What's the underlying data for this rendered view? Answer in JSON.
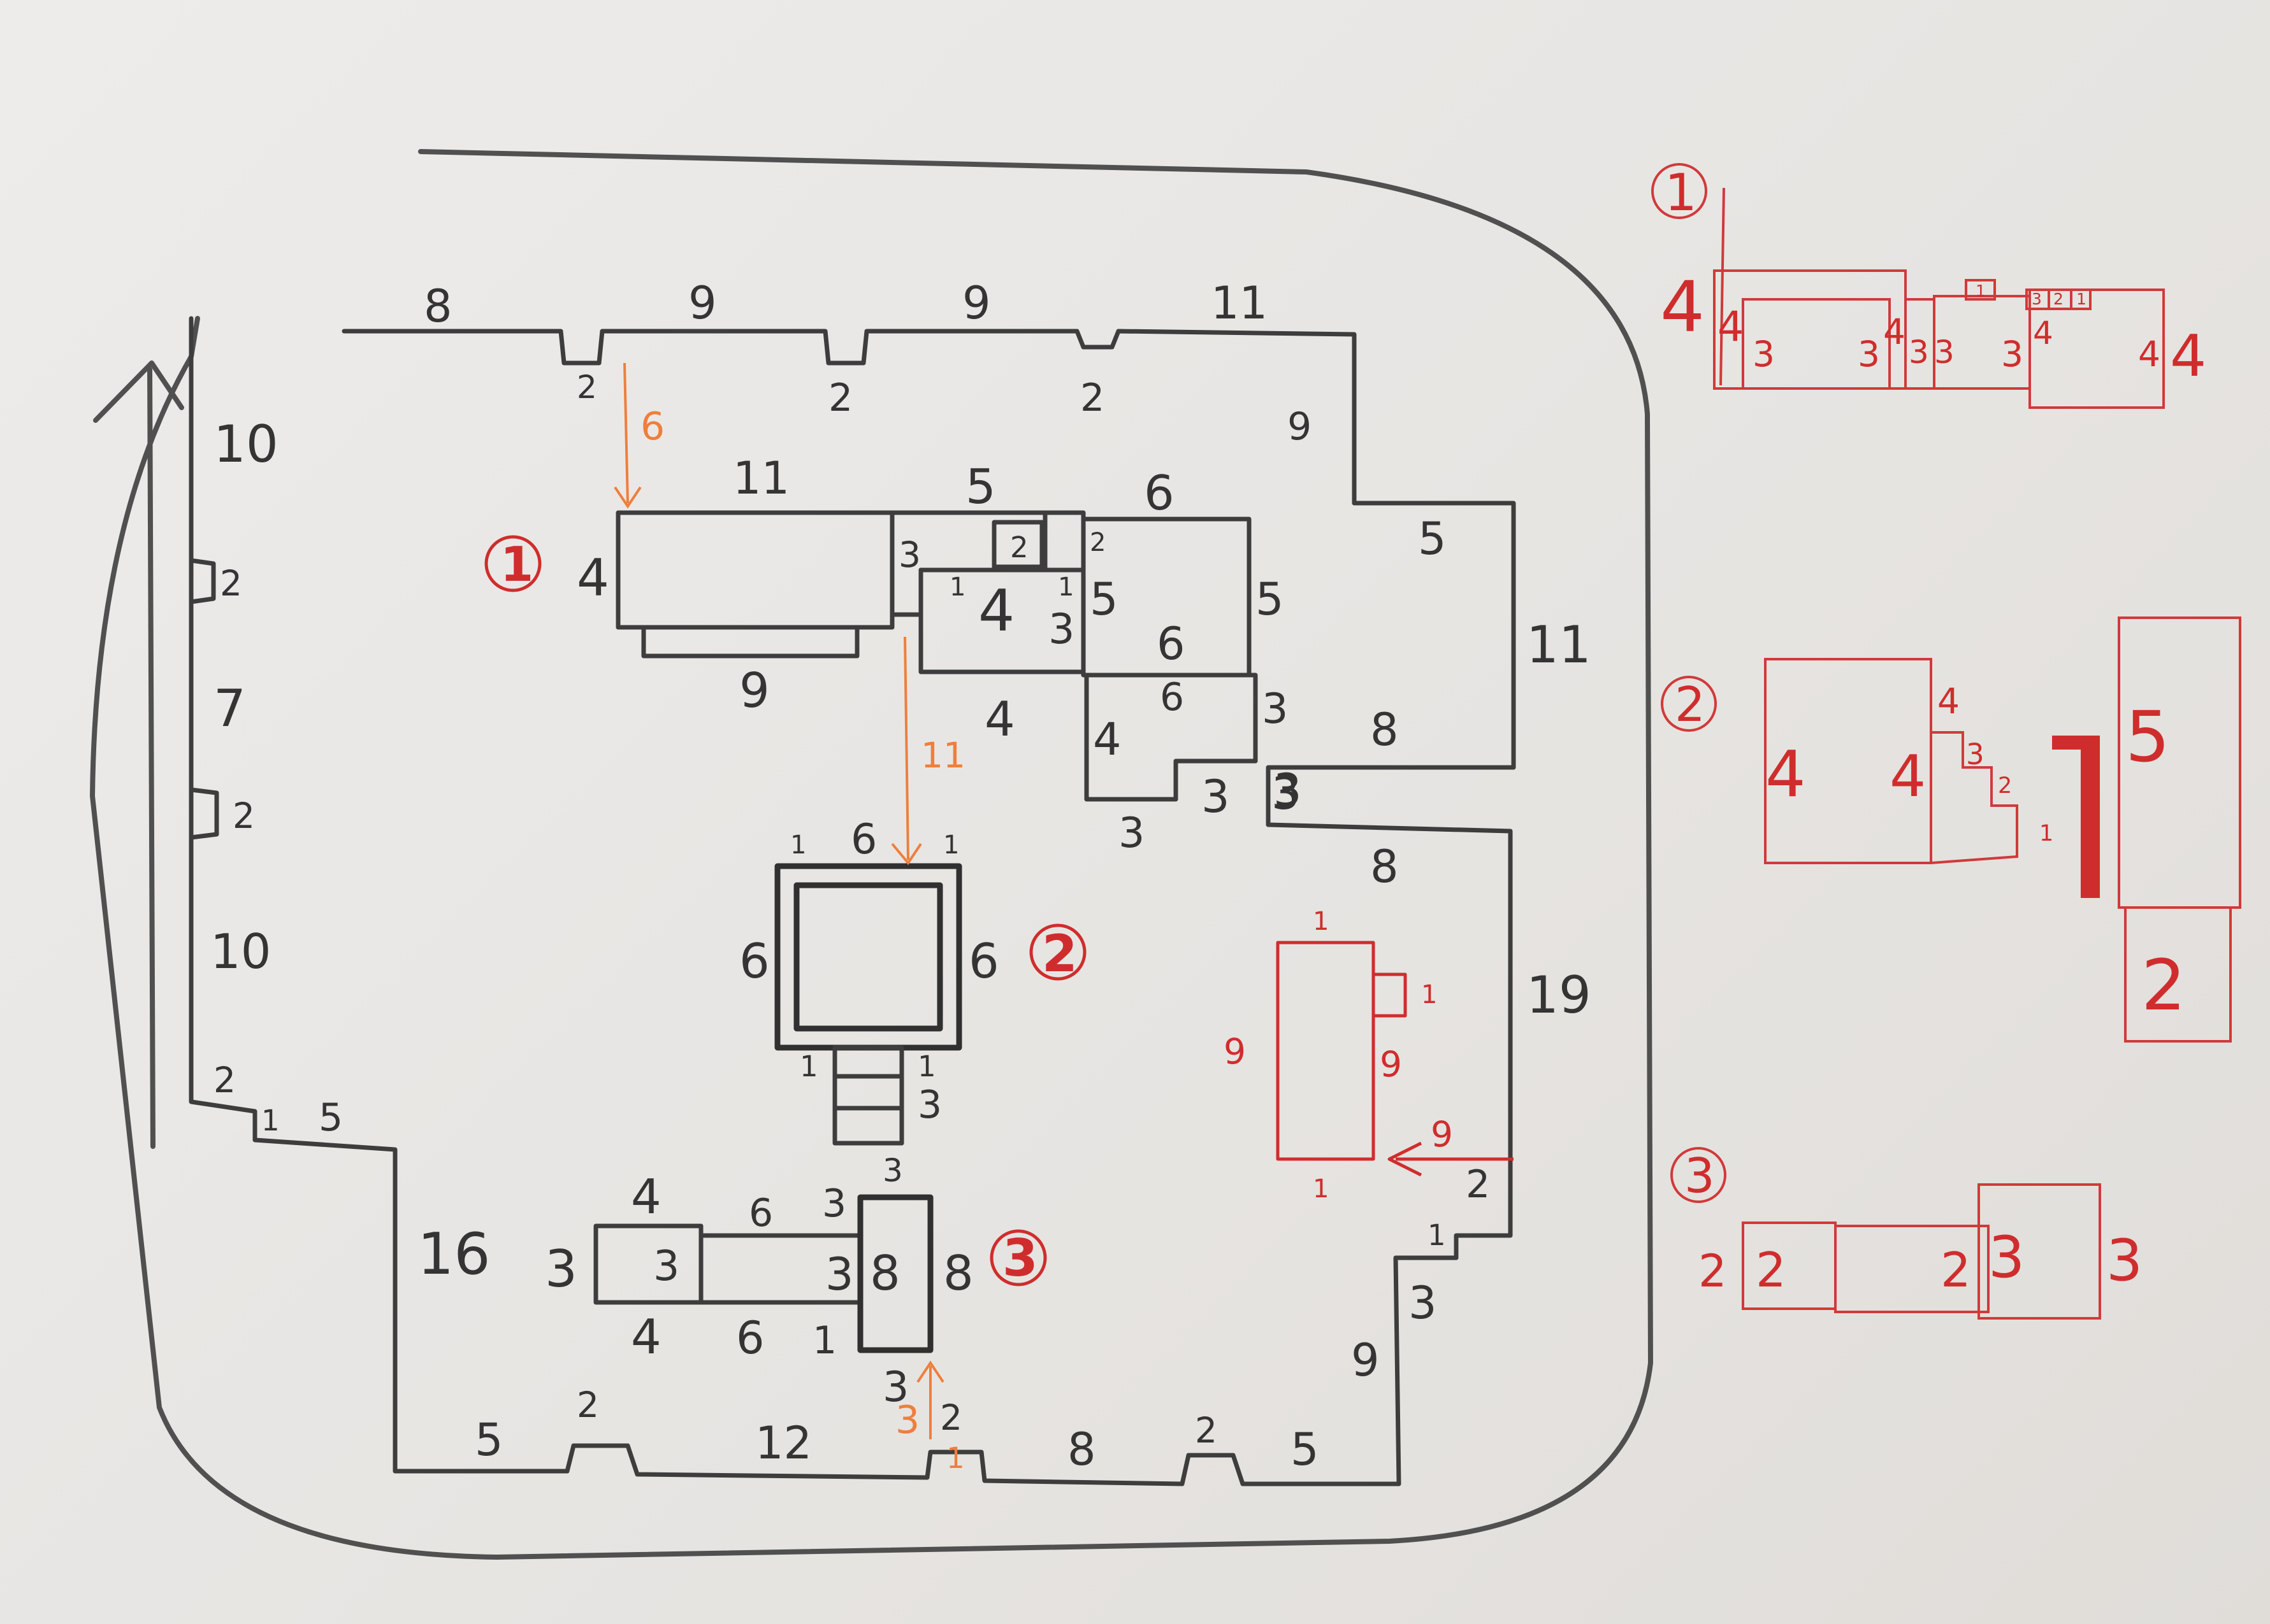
{
  "colors": {
    "ink": "#343434",
    "red": "#cf2d2d",
    "orange": "#ee7f3c",
    "paper": "#e9e7e4"
  },
  "arrow_icon": "up-arrow-icon",
  "top_wall": {
    "seg1": "8",
    "seg2": "9",
    "seg3": "9",
    "seg4": "11",
    "notch1": "2",
    "notch2": "2",
    "notch3": "2"
  },
  "right_wall": {
    "upper_drop": "9",
    "ledge": "5",
    "upper_side": "11",
    "corridor_top": "8",
    "corridor_end": "3",
    "corridor_bottom": "8",
    "lower_side": "19",
    "notch": "2",
    "step1": "1",
    "step2": "3",
    "lower_drop": "9"
  },
  "left_wall": {
    "seg1": "10",
    "notch1": "2",
    "seg2": "7",
    "notch2": "2",
    "seg3": "10",
    "corner": "2",
    "step": "1",
    "ledge": "5",
    "lower_side": "16"
  },
  "bottom_wall": {
    "seg1": "5",
    "notch1": "2",
    "seg2": "12",
    "notch2": "2",
    "seg3": "8",
    "notch3": "2",
    "seg4": "5"
  },
  "room1": {
    "badge": "1",
    "width": "11",
    "height": "4",
    "bottom": "9",
    "link_top": "5",
    "link_side": "3",
    "small_box": "2",
    "small_box_side": "2",
    "inner_width": "4",
    "inner_left": "1",
    "inner_right": "1",
    "inner_side": "3",
    "right_top": "6",
    "right_left": "5",
    "right_right": "5",
    "right_mid": "6",
    "lower_top": "6",
    "lower_right": "3",
    "lower_left": "4",
    "lower_step": "3",
    "lower_bottom": "3",
    "lower_gap": "4",
    "gap_label": "3"
  },
  "room2": {
    "badge": "2",
    "top": "6",
    "top_left_corner": "1",
    "top_right_corner": "1",
    "left": "6",
    "right": "6",
    "stair_left": "1",
    "stair_right_1": "1",
    "stair_right_2": "3",
    "below": "3"
  },
  "room3": {
    "badge": "3",
    "left_top": "4",
    "left_side": "3",
    "left_inner": "3",
    "left_bottom": "4",
    "middle_top": "6",
    "middle_right": "3",
    "middle_bottom": "6",
    "right_top": "3",
    "right_inner": "8",
    "right_side": "8",
    "right_bottom": "1",
    "below": "3"
  },
  "arrows": {
    "top_to_room1": "6",
    "room1_to_room2": "11",
    "bottom_to_room3": "3",
    "right_to_table": "9",
    "bottom_tick": "1"
  },
  "table": {
    "left": "9",
    "right": "9",
    "top": "1",
    "bottom": "1",
    "side_box": "1"
  },
  "legend1": {
    "badge": "1",
    "side": "4",
    "a": "4",
    "b": "3",
    "c": "3",
    "d": "4",
    "e": "3",
    "f": "3",
    "g": "3",
    "h": "4",
    "i": "4",
    "j": "4",
    "small1": "1",
    "small2": "3",
    "small3": "2",
    "small4": "1"
  },
  "legend2": {
    "badge": "2",
    "left": "4",
    "right": "4",
    "top_right": "4",
    "step1": "3",
    "step2": "2",
    "step3": "1",
    "big": "7",
    "tall_top": "5",
    "tall_bottom": "2"
  },
  "legend3": {
    "badge": "3",
    "left": "2",
    "inner_left": "2",
    "inner_right": "2",
    "box": "3",
    "right": "3"
  }
}
